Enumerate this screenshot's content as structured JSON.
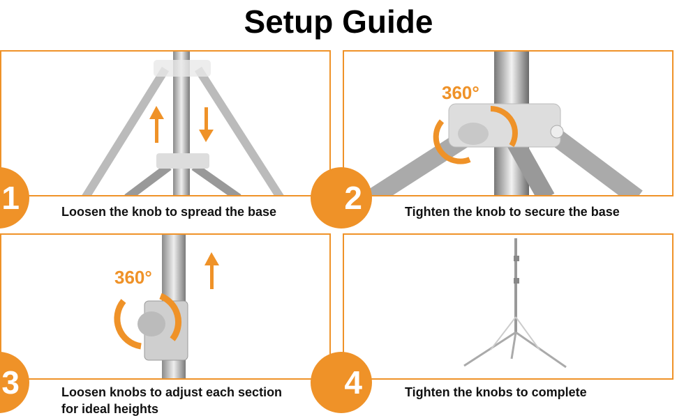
{
  "title": "Setup Guide",
  "accent": "#ef9228",
  "steps": [
    {
      "number": "1",
      "caption": "Loosen the knob to spread the base"
    },
    {
      "number": "2",
      "caption": "Tighten the knob to secure the base",
      "rotation": "360°"
    },
    {
      "number": "3",
      "caption_line1": "Loosen knobs to adjust each section",
      "caption_line2": "for ideal heights",
      "rotation": "360°"
    },
    {
      "number": "4",
      "caption": "Tighten the knobs to complete"
    }
  ]
}
